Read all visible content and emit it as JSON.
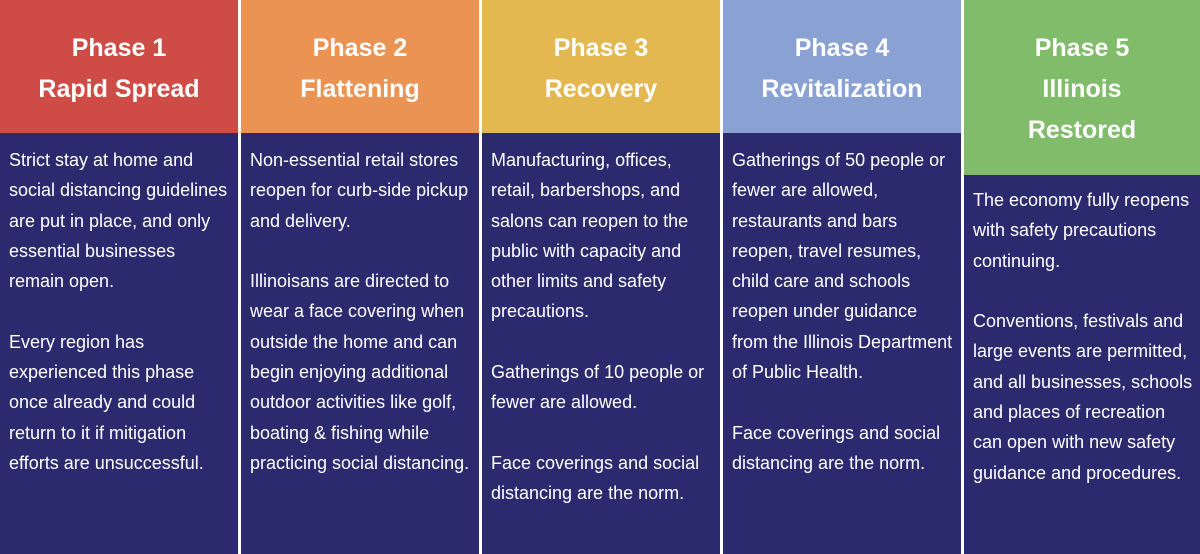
{
  "phases": [
    {
      "title": "Phase 1",
      "subtitle": "Rapid Spread",
      "color": "#cf4b45",
      "paragraphs": [
        "Strict stay at home and social distancing guidelines are put in place, and only essential businesses remain open.",
        "Every region has experienced this phase once already and could return to it if mitigation efforts are unsuccessful."
      ]
    },
    {
      "title": "Phase 2",
      "subtitle": "Flattening",
      "color": "#eb9352",
      "paragraphs": [
        "Non-essential retail stores reopen for curb-side pickup and delivery.",
        "Illinoisans are directed to wear a face covering when outside the home and can begin enjoying additional outdoor activities like golf, boating & fishing while practicing social distancing."
      ]
    },
    {
      "title": "Phase 3",
      "subtitle": "Recovery",
      "color": "#e3b851",
      "paragraphs": [
        "Manufacturing, offices, retail, barbershops, and salons can reopen to the public with capacity and other limits and safety precautions.",
        "Gatherings of 10 people or fewer are allowed.",
        "Face coverings and social distancing are the norm."
      ]
    },
    {
      "title": "Phase 4",
      "subtitle": "Revitalization",
      "color": "#8aa1d4",
      "paragraphs": [
        "Gatherings of 50 people or fewer are allowed, restaurants and bars reopen, travel resumes, child care and schools reopen under guidance from the Illinois Department of Public Health.",
        "Face coverings and social distancing are the norm."
      ]
    },
    {
      "title": "Phase 5",
      "subtitle": "Illinois Restored",
      "color": "#80bc6a",
      "paragraphs": [
        "The economy fully reopens with safety precautions continuing.",
        "Conventions, festivals and large events are permitted, and all businesses, schools and places of recreation can open with new safety guidance and procedures."
      ]
    }
  ]
}
